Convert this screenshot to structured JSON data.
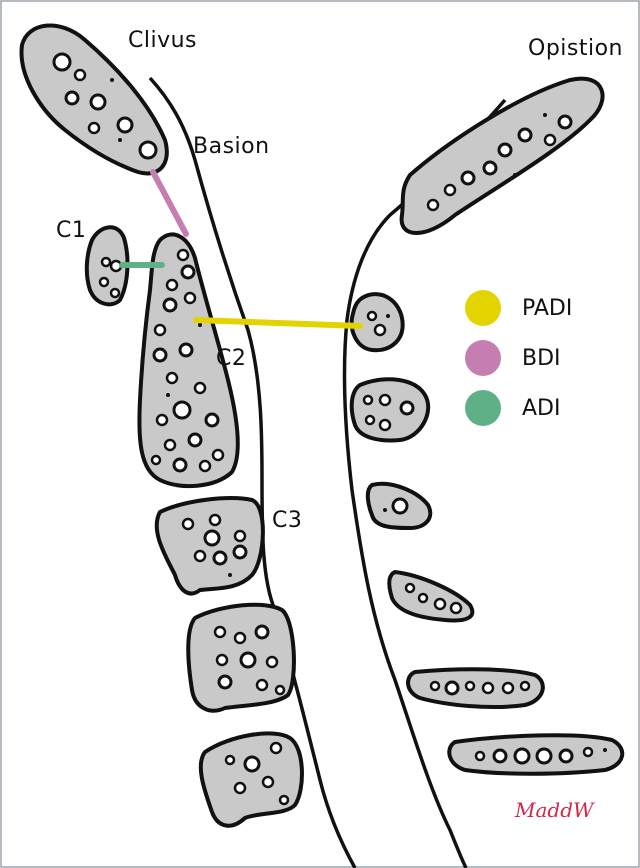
{
  "labels": {
    "clivus": "Clivus",
    "opistion": "Opistion",
    "basion": "Basion",
    "c1": "C1",
    "c2": "C2",
    "c3": "C3"
  },
  "legend": [
    {
      "label": "PADI",
      "color": "#e3d400"
    },
    {
      "label": "BDI",
      "color": "#c47fb0"
    },
    {
      "label": "ADI",
      "color": "#5fb087"
    }
  ],
  "colors": {
    "bone_fill": "#c9c9c9",
    "outline": "#111111",
    "frame": "#9aa3ad"
  },
  "signature": "MaddW"
}
